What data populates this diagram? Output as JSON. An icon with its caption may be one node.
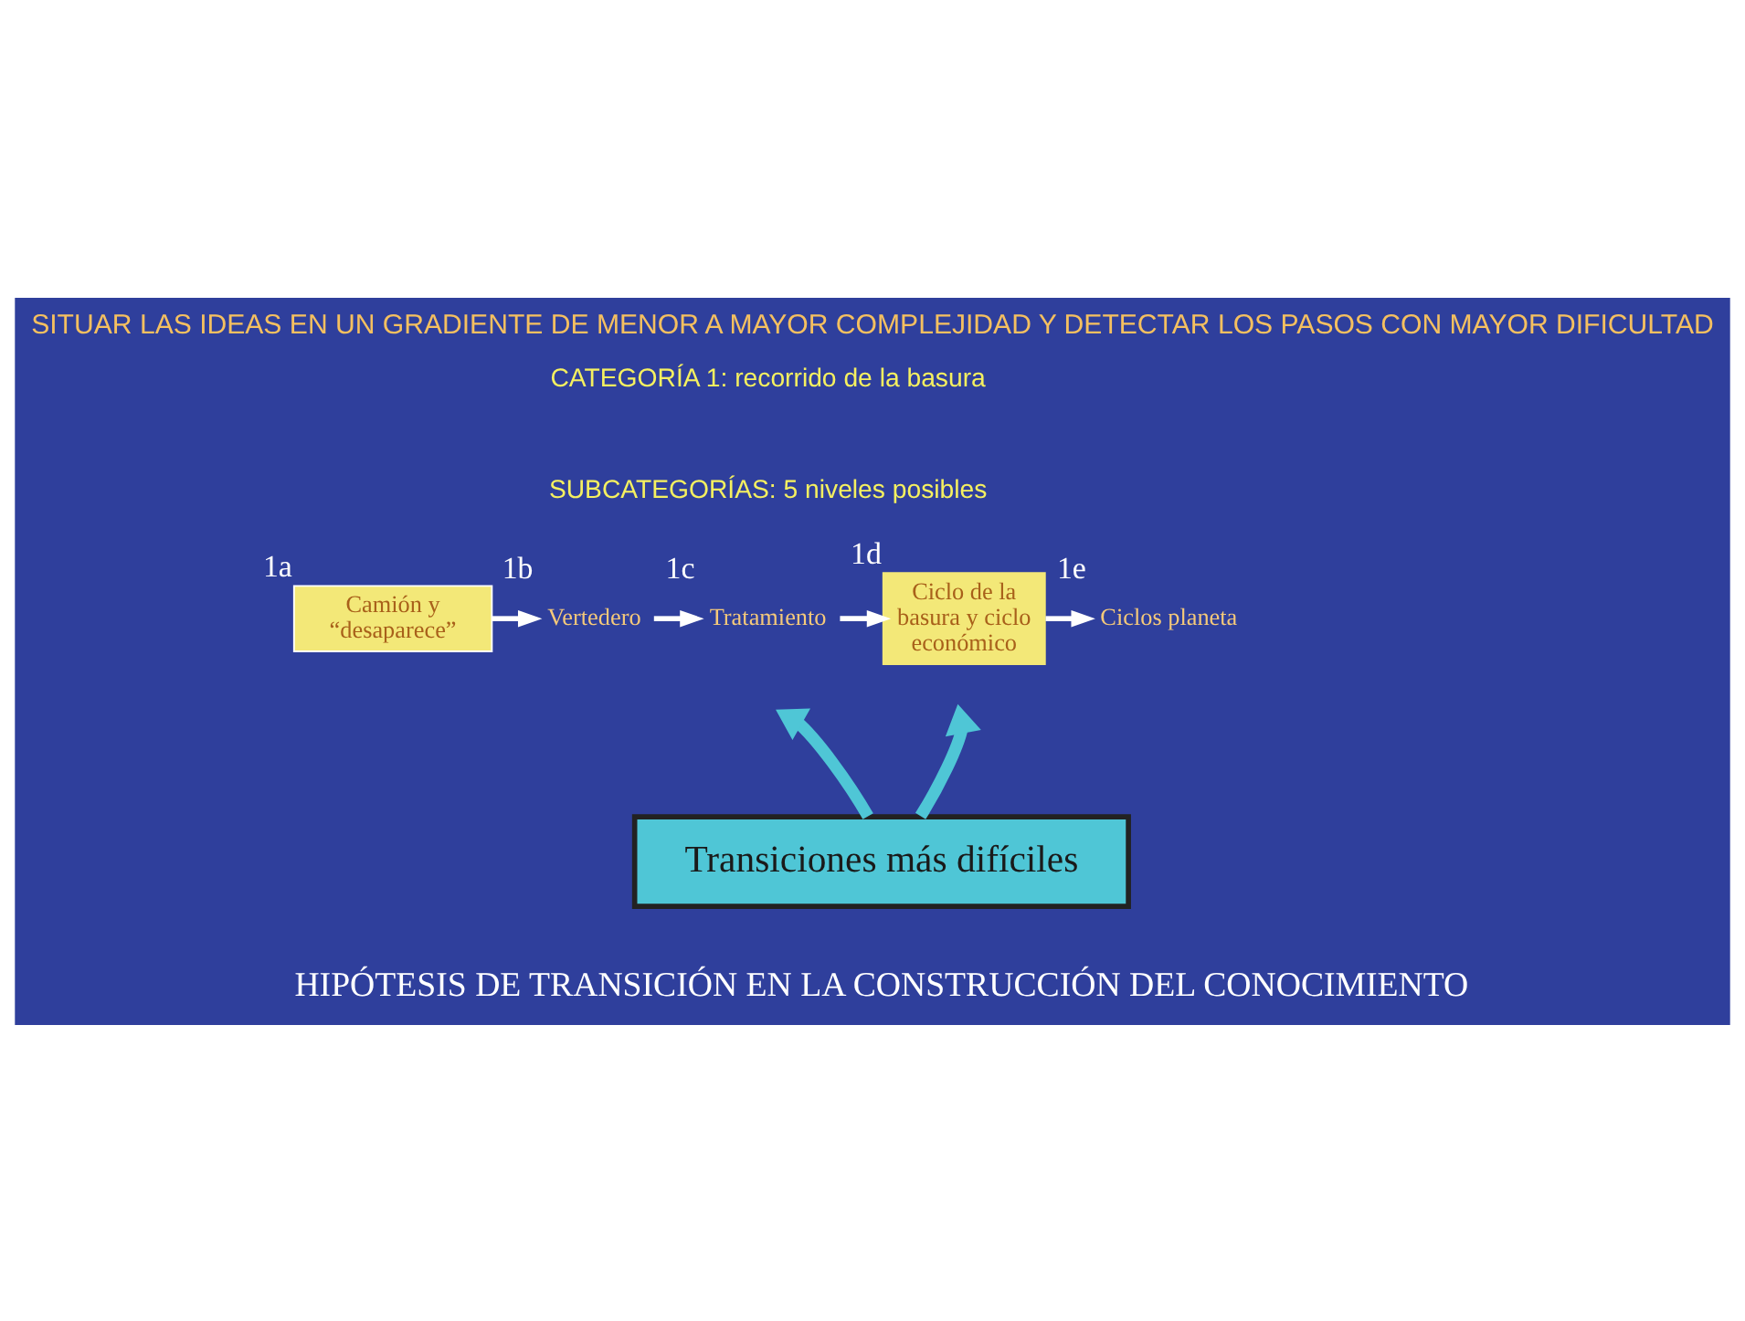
{
  "diagram": {
    "title": "SITUAR LAS IDEAS EN UN GRADIENTE DE MENOR A MAYOR COMPLEJIDAD Y DETECTAR LOS PASOS CON MAYOR DIFICULTAD",
    "caption": "HIPÓTESIS DE TRANSICIÓN EN LA CONSTRUCCIÓN DEL CONOCIMIENTO",
    "nodes": [
      {
        "text": [
          "Camión y “desaparece”"
        ],
        "beside": [
          "1a"
        ]
      },
      {
        "text": [
          "Vertedero"
        ],
        "beside": [
          "1b"
        ]
      },
      {
        "text": [
          "Tratamiento"
        ],
        "beside": [
          "1c"
        ]
      },
      {
        "text": [
          "Ciclo de la basura y ciclo económico"
        ],
        "beside": [
          "1d"
        ]
      },
      {
        "text": [
          "Ciclos planeta"
        ],
        "beside": [
          "1e"
        ]
      },
      {
        "text": [
          "Transiciones más difíciles"
        ]
      }
    ],
    "edges": [
      {
        "from": 0,
        "to": 1,
        "arrow": "to"
      },
      {
        "from": 1,
        "to": 2,
        "arrow": "to"
      },
      {
        "from": 2,
        "to": 3,
        "arrow": "to"
      },
      {
        "from": 3,
        "to": 4,
        "arrow": "to"
      },
      {
        "from": 5,
        "to": null,
        "arrow": "to",
        "style": "thick",
        "color": "#4fc6d6"
      },
      {
        "from": 5,
        "to": null,
        "arrow": "to",
        "style": "thick",
        "color": "#4fc6d6"
      }
    ],
    "labels": [
      "CATEGORÍA 1: recorrido de la basura",
      "SUBCATEGORÍAS: 5 niveles posibles"
    ]
  }
}
